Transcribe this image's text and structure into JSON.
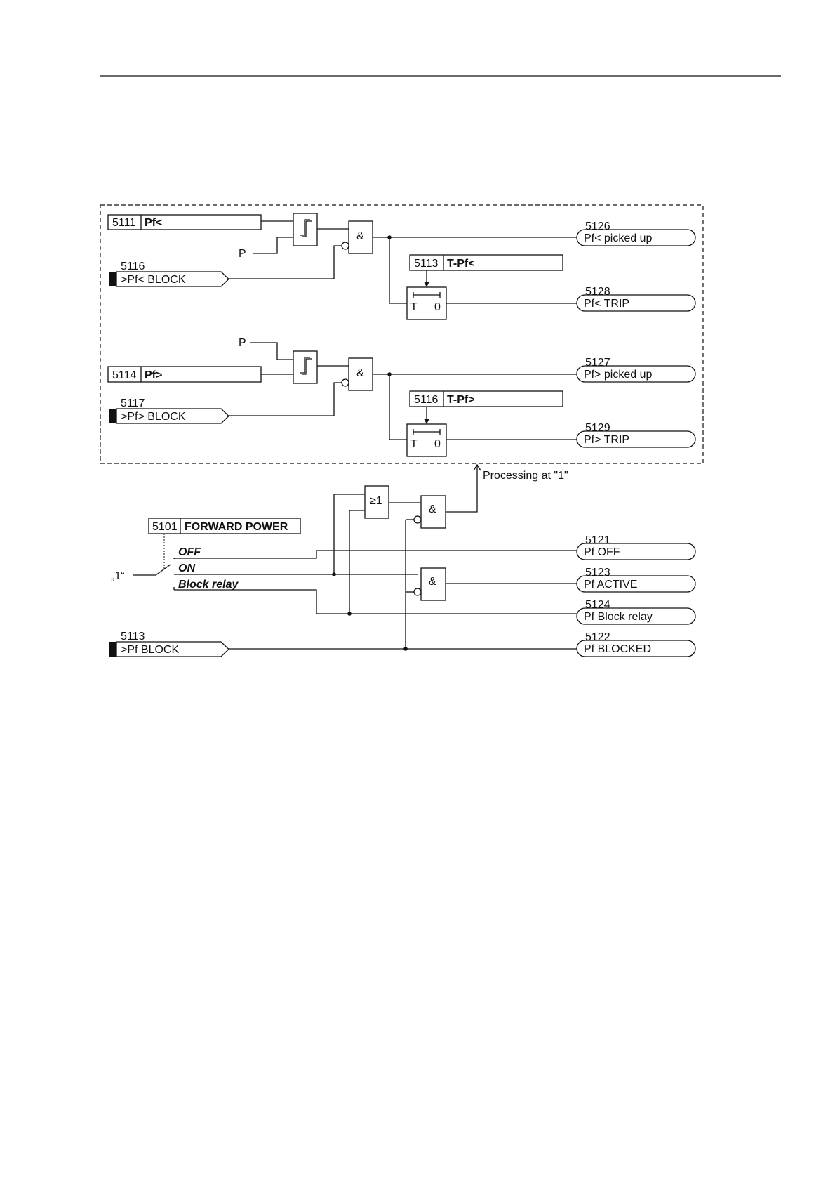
{
  "diagram": {
    "settings": [
      {
        "id": "5111",
        "name": "Pf<"
      },
      {
        "id": "5113",
        "name": "T-Pf<"
      },
      {
        "id": "5114",
        "name": "Pf>"
      },
      {
        "id": "5116",
        "name": "T-Pf>"
      },
      {
        "id": "5101",
        "name": "FORWARD POWER"
      }
    ],
    "binary_inputs": [
      {
        "id": "5116",
        "name": ">Pf< BLOCK"
      },
      {
        "id": "5117",
        "name": ">Pf> BLOCK"
      },
      {
        "id": "5113",
        "name": ">Pf BLOCK"
      }
    ],
    "outputs": [
      {
        "id": "5126",
        "name": "Pf< picked up"
      },
      {
        "id": "5128",
        "name": "Pf< TRIP"
      },
      {
        "id": "5127",
        "name": "Pf> picked up"
      },
      {
        "id": "5129",
        "name": "Pf> TRIP"
      },
      {
        "id": "5121",
        "name": "Pf OFF"
      },
      {
        "id": "5123",
        "name": "Pf ACTIVE"
      },
      {
        "id": "5124",
        "name": "Pf Block relay"
      },
      {
        "id": "5122",
        "name": "Pf BLOCKED"
      }
    ],
    "switch_positions": [
      "OFF",
      "ON",
      "Block relay"
    ],
    "switch_source": "„1“",
    "power_label": "P",
    "and_gate": "&",
    "or_gate": "≥1",
    "timer_t": "T",
    "timer_zero": "0",
    "processing_label": "Processing at \"1\""
  }
}
